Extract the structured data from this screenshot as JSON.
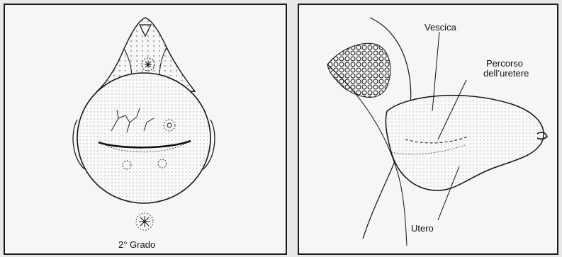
{
  "figure": {
    "left_panel": {
      "caption": "2° Grado"
    },
    "right_panel": {
      "labels": {
        "vescica": "Vescica",
        "percorso_line1": "Percorso",
        "percorso_line2": "dell’uretere",
        "utero": "Utero"
      }
    }
  }
}
